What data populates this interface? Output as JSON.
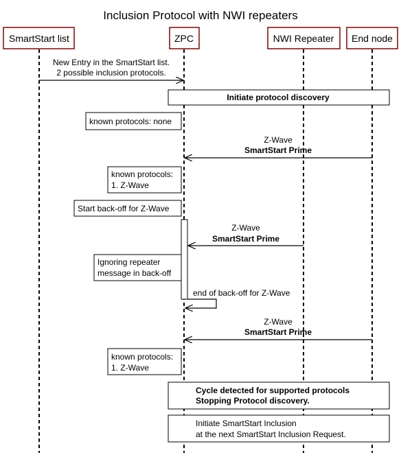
{
  "title": "Inclusion Protocol with NWI repeaters",
  "actors": [
    {
      "id": "smartstart",
      "label": "SmartStart list"
    },
    {
      "id": "zpc",
      "label": "ZPC"
    },
    {
      "id": "repeater",
      "label": "NWI Repeater"
    },
    {
      "id": "endnode",
      "label": "End node"
    }
  ],
  "colors": {
    "actor_border": "#8b0000",
    "line": "#000000",
    "background": "#ffffff"
  },
  "messages": {
    "new_entry": [
      "New Entry in the SmartStart list.",
      "2 possible inclusion protocols."
    ],
    "prime1": [
      "Z-Wave",
      "SmartStart Prime"
    ],
    "prime2": [
      "Z-Wave",
      "SmartStart Prime"
    ],
    "backoff_end": "end of back-off for Z-Wave",
    "prime3": [
      "Z-Wave",
      "SmartStart Prime"
    ]
  },
  "notes": {
    "initiate_discovery": "Initiate protocol discovery",
    "known_none": "known protocols: none",
    "known_zwave_1": [
      "known protocols:",
      "1. Z-Wave"
    ],
    "start_backoff": "Start back-off for Z-Wave",
    "ignoring": [
      "Ignoring repeater",
      "message in back-off"
    ],
    "known_zwave_2": [
      "known protocols:",
      "1. Z-Wave"
    ],
    "cycle_detected": [
      "Cycle detected for supported protocols",
      "Stopping Protocol discovery."
    ],
    "initiate_inclusion": [
      "Initiate SmartStart Inclusion",
      "at the next SmartStart Inclusion Request."
    ]
  }
}
